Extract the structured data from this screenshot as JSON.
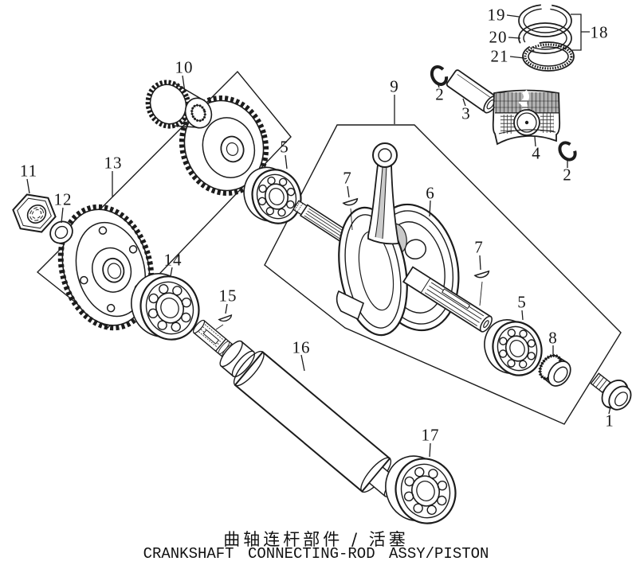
{
  "diagram": {
    "title_zh": "曲轴连杆部件 / 活塞",
    "title_en": "CRANKSHAFT CONNECTING-ROD ASSY/PISTON"
  },
  "colors": {
    "ink": "#1c1c1c",
    "paper": "#ffffff"
  },
  "callouts": [
    {
      "n": "19"
    },
    {
      "n": "20"
    },
    {
      "n": "21"
    },
    {
      "n": "18"
    },
    {
      "n": "2"
    },
    {
      "n": "3"
    },
    {
      "n": "9"
    },
    {
      "n": "4"
    },
    {
      "n": "2"
    },
    {
      "n": "10"
    },
    {
      "n": "5"
    },
    {
      "n": "13"
    },
    {
      "n": "11"
    },
    {
      "n": "12"
    },
    {
      "n": "7"
    },
    {
      "n": "6"
    },
    {
      "n": "7"
    },
    {
      "n": "5"
    },
    {
      "n": "8"
    },
    {
      "n": "14"
    },
    {
      "n": "15"
    },
    {
      "n": "16"
    },
    {
      "n": "1"
    },
    {
      "n": "17"
    }
  ]
}
